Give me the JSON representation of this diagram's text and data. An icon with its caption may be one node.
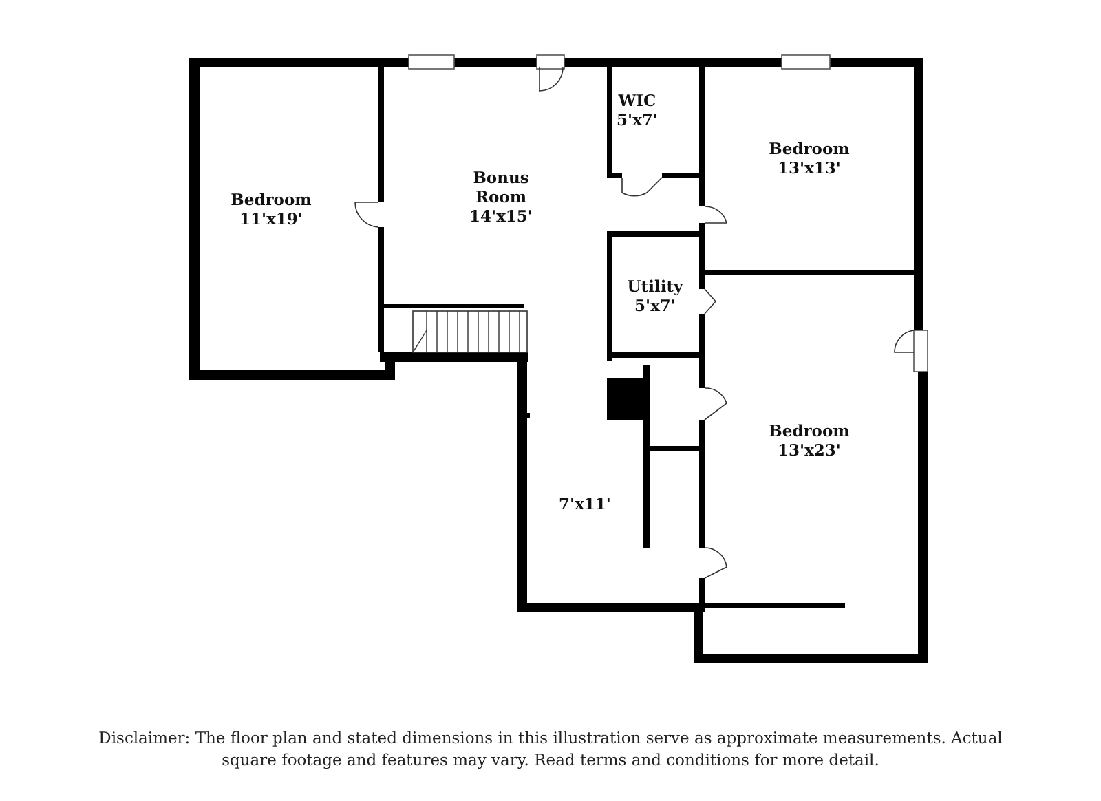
{
  "diagram": {
    "caption": "Disclaimer: The floor plan and stated dimensions in this illustration serve as approximate measurements. Actual square footage and features may vary. Read terms and conditions for more detail.",
    "nodes": [
      {
        "text": [
          "Bedroom",
          "11'x19'"
        ]
      },
      {
        "text": [
          "Bonus Room",
          "14'x15'"
        ]
      },
      {
        "text": [
          "WIC",
          "5'x7'"
        ]
      },
      {
        "text": [
          "Bedroom",
          "13'x13'"
        ]
      },
      {
        "text": [
          "Utility",
          "5'x7'"
        ]
      },
      {
        "text": [
          "Bedroom",
          "13'x23'"
        ]
      },
      {
        "text": [
          "7'x11'"
        ]
      }
    ]
  }
}
